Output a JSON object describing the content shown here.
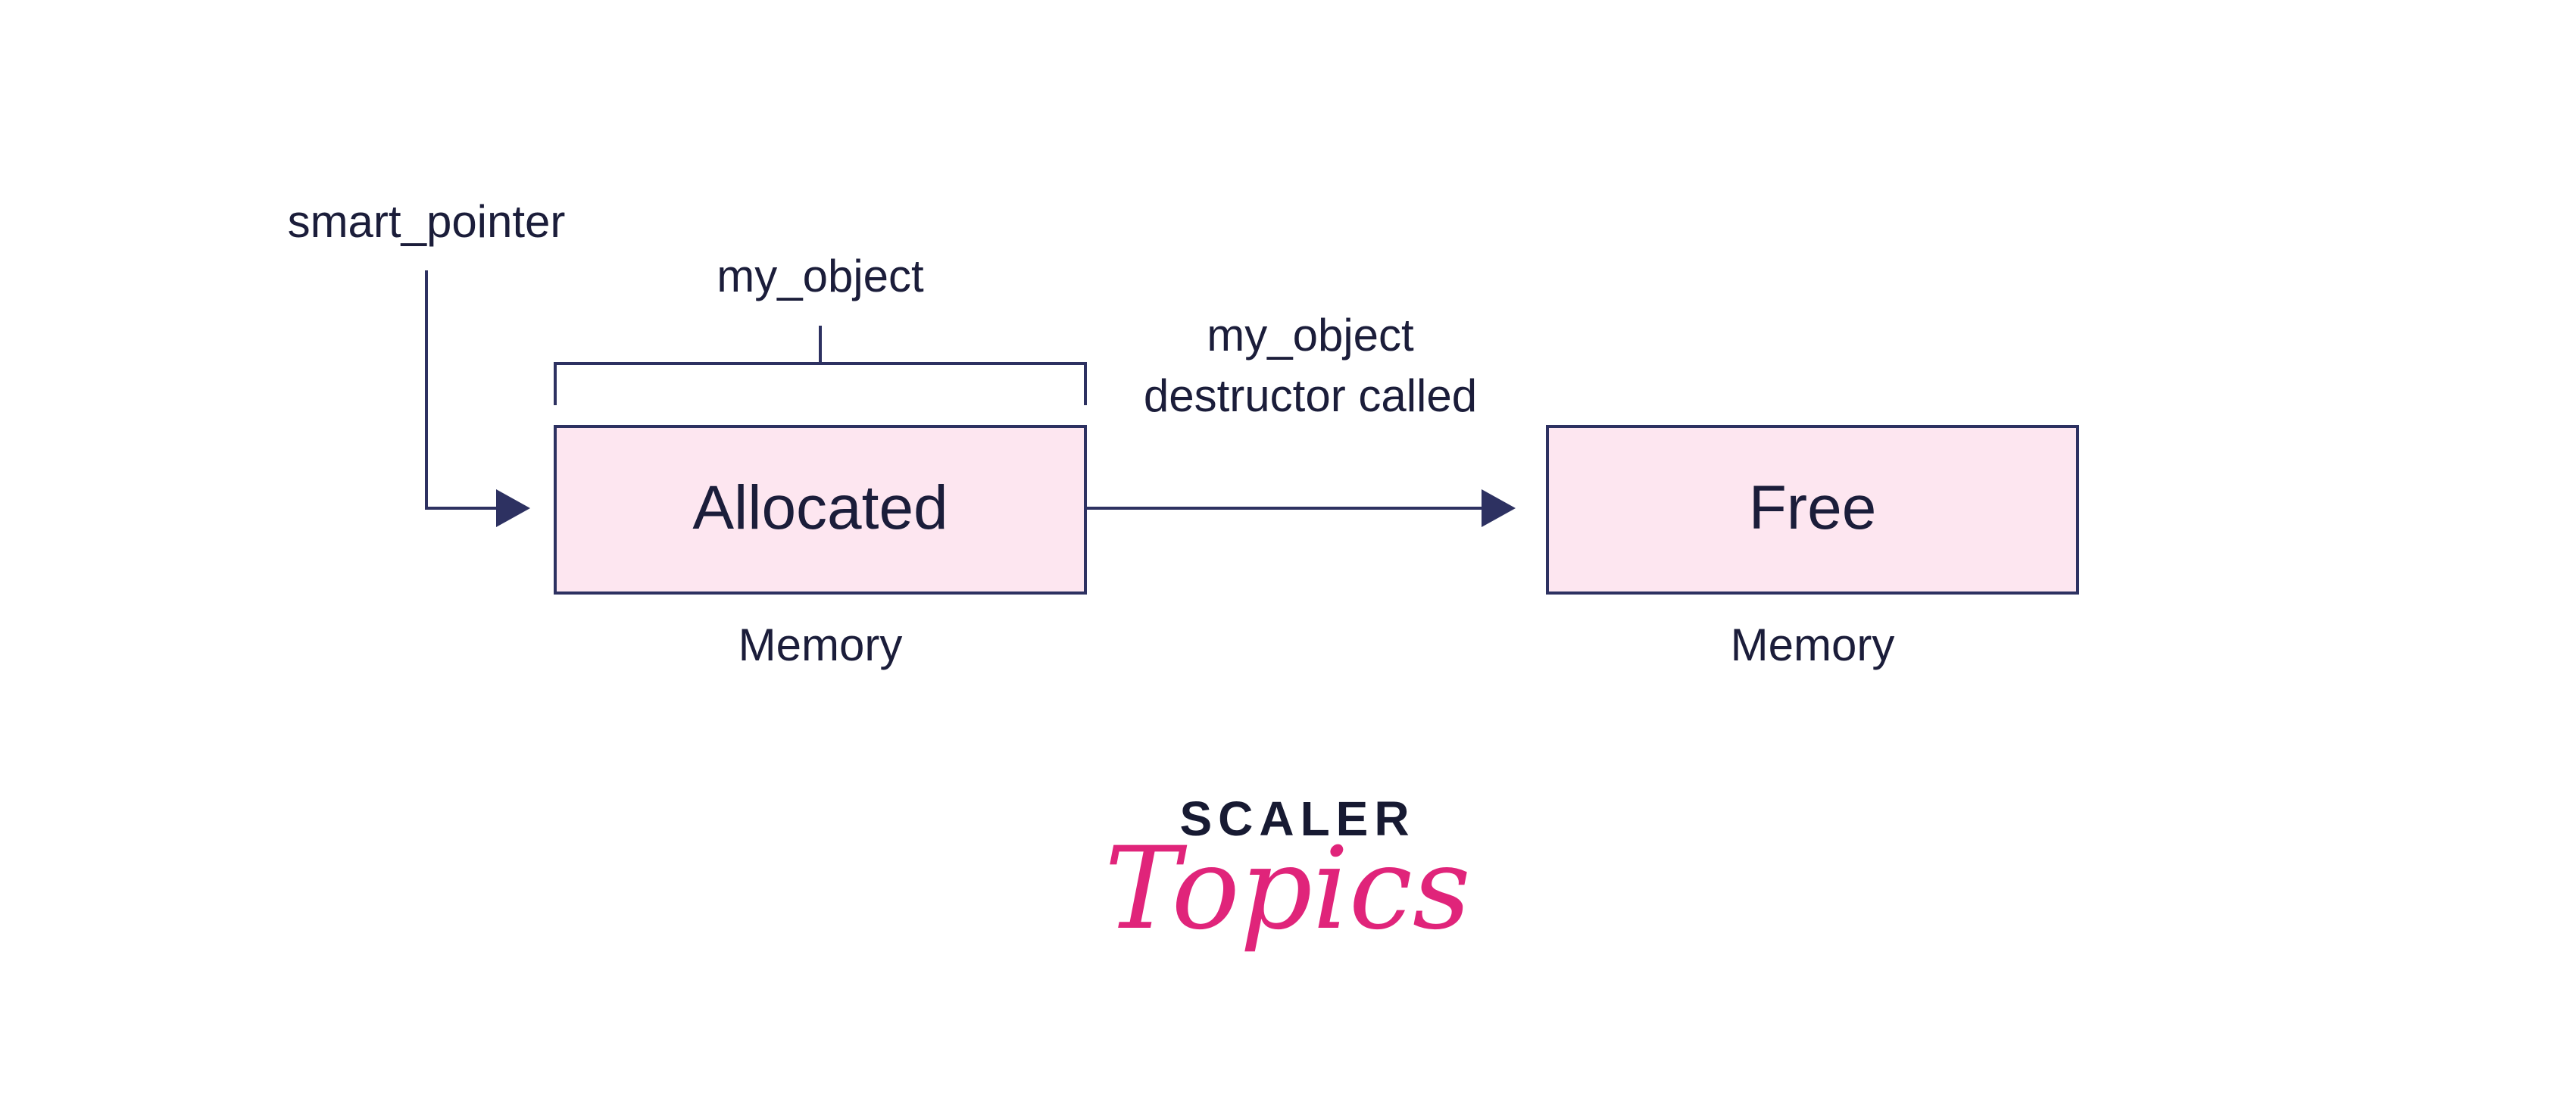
{
  "labels": {
    "smart_pointer": "smart_pointer",
    "my_object_bracket": "my_object",
    "arrow_label_line1": "my_object",
    "arrow_label_line2": "destructor called",
    "allocated_box": "Allocated",
    "free_box": "Free",
    "memory_left": "Memory",
    "memory_right": "Memory"
  },
  "logo": {
    "top": "SCALER",
    "script": "Topics"
  },
  "colors": {
    "box_fill": "#fde6f0",
    "stroke": "#2d3161",
    "text": "#1b1d3a",
    "brand_pink": "#e0247a"
  }
}
